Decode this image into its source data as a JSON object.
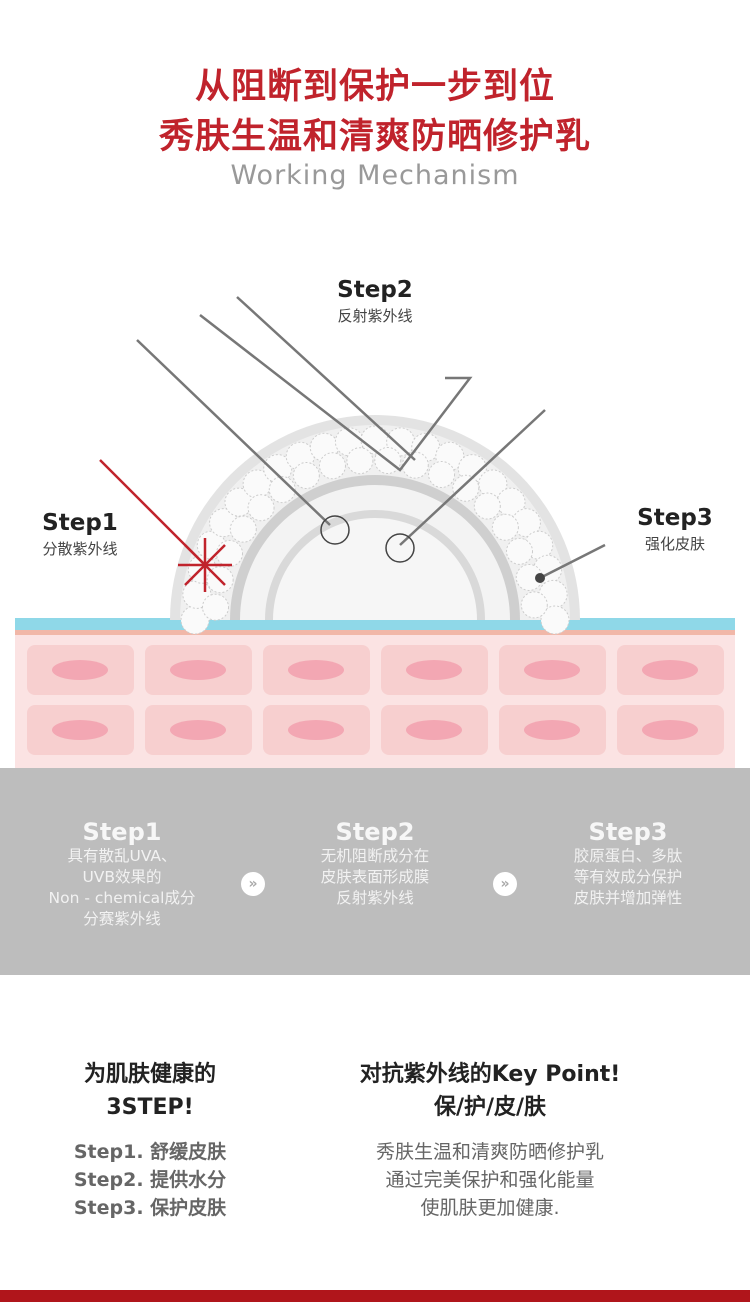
{
  "header": {
    "title_line1": "从阻断到保护一步到位",
    "title_line2": "秀肤生温和清爽防晒修护乳",
    "subtitle": "Working Mechanism"
  },
  "diagram": {
    "step1": {
      "title": "Step1",
      "desc": "分散紫外线"
    },
    "step2": {
      "title": "Step2",
      "desc": "反射紫外线"
    },
    "step3": {
      "title": "Step3",
      "desc": "强化皮肤"
    }
  },
  "colors": {
    "accent": "#c0232c",
    "gray_panel": "#bdbdbd",
    "skin": "#f9dcdc",
    "cell_core": "#f3a7b3",
    "skin_top": "#8fd8e8"
  },
  "steps_panel": [
    {
      "title": "Step1",
      "lines": [
        "具有散乱UVA、",
        "UVB效果的",
        "Non - chemical成分",
        "分赛紫外线"
      ]
    },
    {
      "title": "Step2",
      "lines": [
        "无机阻断成分在",
        "皮肤表面形成膜",
        "反射紫外线"
      ]
    },
    {
      "title": "Step3",
      "lines": [
        "胶原蛋白、多肽",
        "等有效成分保护",
        "皮肤并增加弹性"
      ]
    }
  ],
  "arrow_glyph": "»",
  "bottom_left": {
    "heading": [
      "为肌肤健康的",
      "3STEP!"
    ],
    "items": [
      "Step1. 舒缓皮肤",
      "Step2. 提供水分",
      "Step3. 保护皮肤"
    ]
  },
  "bottom_right": {
    "heading": [
      "对抗紫外线的Key Point!",
      "保/护/皮/肤"
    ],
    "lines": [
      "秀肤生温和清爽防晒修护乳",
      "通过完美保护和强化能量",
      "使肌肤更加健康."
    ]
  }
}
